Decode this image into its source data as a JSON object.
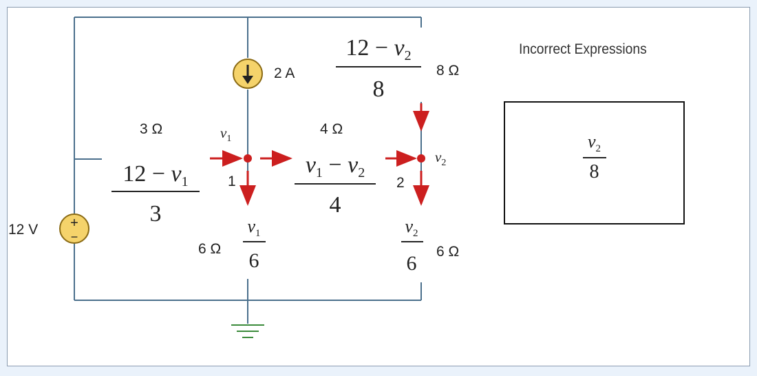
{
  "colors": {
    "wire": "#4a6f8c",
    "arrow": "#cc1f1f",
    "node": "#cc1f1f",
    "source_fill": "#f5d36b",
    "source_stroke": "#8a6a14",
    "ground": "#3a8a3a",
    "page_bg": "#eaf2fb"
  },
  "circuit": {
    "voltage_source_label": "12 V",
    "source_plus": "+",
    "source_minus": "−",
    "current_source_label": "2 A",
    "resistors": {
      "left_top": "3 Ω",
      "middle_top": "4 Ω",
      "right_top": "8 Ω",
      "middle_bottom": "6 Ω",
      "right_bottom": "6 Ω"
    },
    "nodes": {
      "v1_name": "v",
      "v1_sub": "1",
      "v2_name": "v",
      "v2_sub": "2",
      "node1_number": "1",
      "node2_number": "2"
    },
    "currents": {
      "i_3ohm": {
        "num_a": "12 − ",
        "num_var": "v",
        "num_sub": "1",
        "den": "3"
      },
      "i_4ohm": {
        "num_a": "v",
        "num_a_sub": "1",
        "num_b": " − ",
        "num_var": "v",
        "num_sub": "2",
        "den": "4"
      },
      "i_8ohm": {
        "num_a": "12 − ",
        "num_var": "v",
        "num_sub": "2",
        "den": "8"
      },
      "i_6ohm_left": {
        "num_var": "v",
        "num_sub": "1",
        "den": "6"
      },
      "i_6ohm_right": {
        "num_var": "v",
        "num_sub": "2",
        "den": "6"
      }
    }
  },
  "side_panel": {
    "title": "Incorrect Expressions",
    "answer": {
      "num_var": "v",
      "num_sub": "2",
      "den": "8"
    }
  }
}
